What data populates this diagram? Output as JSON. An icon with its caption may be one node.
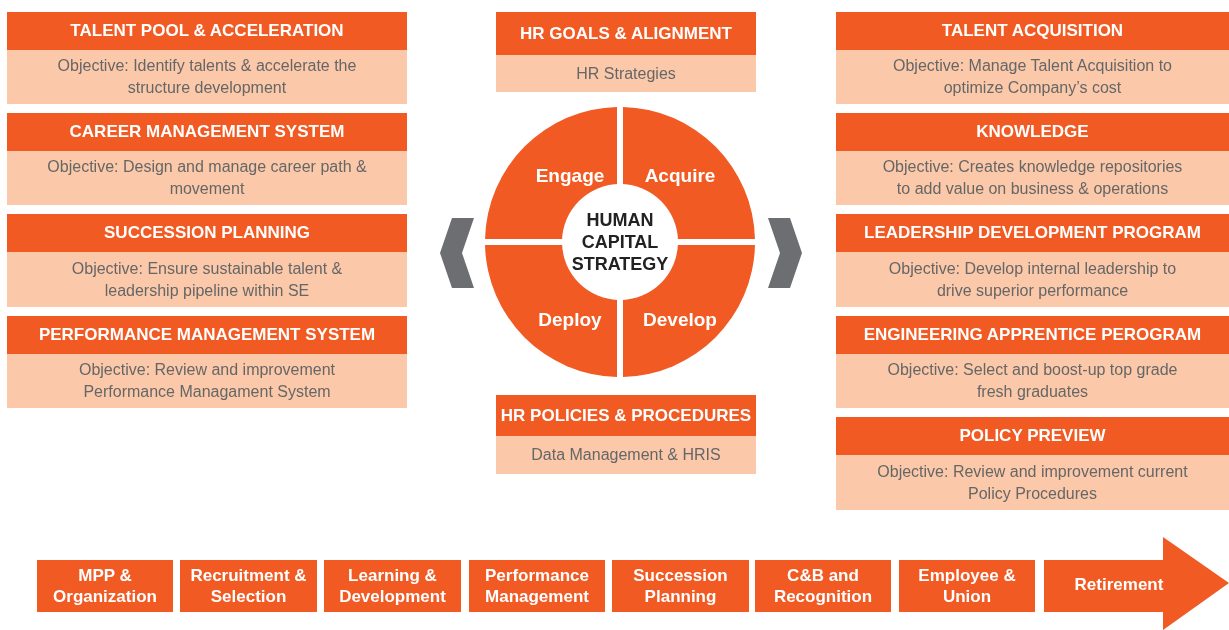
{
  "diagram": {
    "nodes": [
      {
        "text": [
          "TALENT POOL & ACCELERATION",
          "Objective: Identify talents & accelerate the structure development"
        ]
      },
      {
        "text": [
          "CAREER MANAGEMENT SYSTEM",
          "Objective: Design and manage career path & movement"
        ]
      },
      {
        "text": [
          "SUCCESSION PLANNING",
          "Objective: Ensure sustainable talent & leadership pipeline within SE"
        ]
      },
      {
        "text": [
          "PERFORMANCE MANAGEMENT SYSTEM",
          "Objective: Review and improvement Performance Managament System"
        ]
      },
      {
        "text": [
          "HR GOALS & ALIGNMENT",
          "HR Strategies"
        ]
      },
      {
        "text": [
          "Engage"
        ]
      },
      {
        "text": [
          "Acquire"
        ]
      },
      {
        "text": [
          "HUMAN CAPITAL STRATEGY"
        ]
      },
      {
        "text": [
          "Deploy"
        ]
      },
      {
        "text": [
          "Develop"
        ]
      },
      {
        "text": [
          "HR POLICIES & PROCEDURES",
          "Data Management & HRIS"
        ]
      },
      {
        "text": [
          "TALENT ACQUISITION",
          "Objective: Manage Talent Acquisition to optimize Company’s cost"
        ]
      },
      {
        "text": [
          "KNOWLEDGE",
          "Objective: Creates knowledge repositories to add value on business & operations"
        ]
      },
      {
        "text": [
          "LEADERSHIP DEVELOPMENT PROGRAM",
          "Objective: Develop internal leadership to drive superior performance"
        ]
      },
      {
        "text": [
          "ENGINEERING APPRENTICE PEROGRAM",
          "Objective: Select and boost-up top grade fresh graduates"
        ]
      },
      {
        "text": [
          "POLICY PREVIEW",
          "Objective: Review and improvement current Policy Procedures"
        ]
      },
      {
        "text": [
          "MPP & Organization"
        ]
      },
      {
        "text": [
          "Recruitment & Selection"
        ]
      },
      {
        "text": [
          "Learning & Development"
        ]
      },
      {
        "text": [
          "Performance Management"
        ]
      },
      {
        "text": [
          "Succession Planning"
        ]
      },
      {
        "text": [
          "C&B and Recognition"
        ]
      },
      {
        "text": [
          "Employee & Union"
        ]
      },
      {
        "text": [
          "Retirement"
        ]
      }
    ],
    "edges": []
  }
}
